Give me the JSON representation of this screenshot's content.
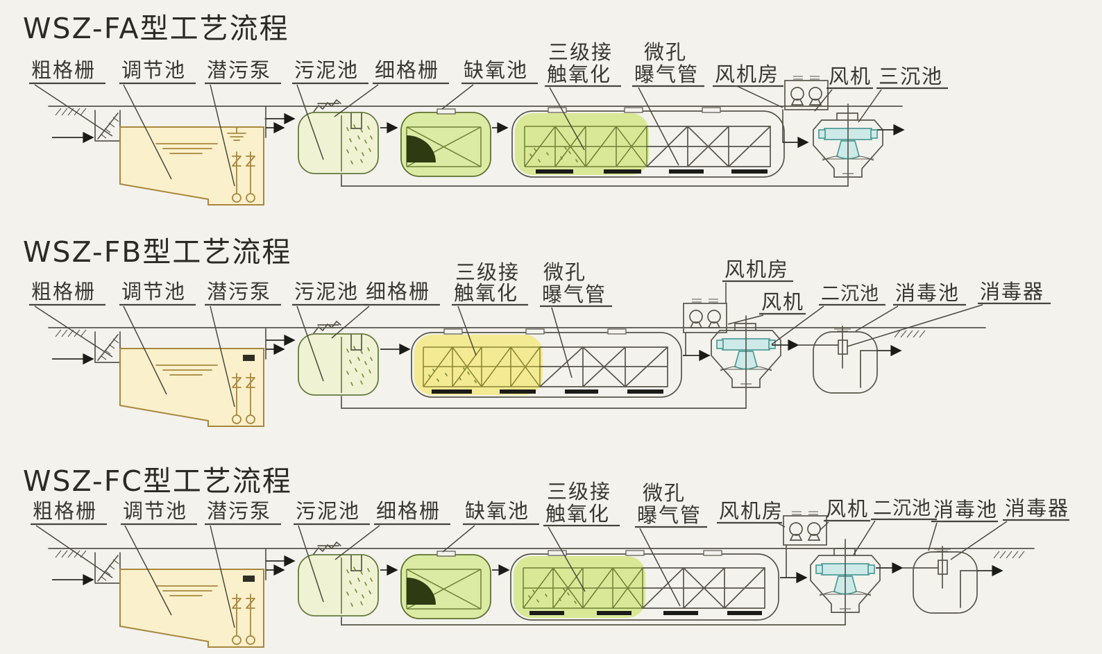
{
  "page": {
    "background": "#f3f2ed"
  },
  "sections": [
    {
      "id": "fa",
      "title": "WSZ-FA型工艺流程",
      "label_sequence": [
        "coarse_screen",
        "regulating_tank",
        "submersible_sewage_pump",
        "sludge_tank",
        "fine_screen",
        "anoxic_tank",
        "tertiary_contact_oxidation",
        "micropore_aeration_pipe",
        "fan_room",
        "fan",
        "tertiary_sedimentation_tank"
      ]
    },
    {
      "id": "fb",
      "title": "WSZ-FB型工艺流程",
      "label_sequence": [
        "coarse_screen",
        "regulating_tank",
        "submersible_sewage_pump",
        "sludge_tank",
        "fine_screen",
        "tertiary_contact_oxidation",
        "micropore_aeration_pipe",
        "fan_room",
        "fan",
        "secondary_sedimentation_tank",
        "disinfection_tank",
        "disinfector"
      ]
    },
    {
      "id": "fc",
      "title": "WSZ-FC型工艺流程",
      "label_sequence": [
        "coarse_screen",
        "regulating_tank",
        "submersible_sewage_pump",
        "sludge_tank",
        "fine_screen",
        "anoxic_tank",
        "tertiary_contact_oxidation",
        "micropore_aeration_pipe",
        "fan_room",
        "fan",
        "secondary_sedimentation_tank",
        "disinfection_tank",
        "disinfector"
      ]
    }
  ],
  "labels": {
    "coarse_screen": "粗格栅",
    "regulating_tank": "调节池",
    "submersible_sewage_pump": "潜污泵",
    "sludge_tank": "污泥池",
    "fine_screen": "细格栅",
    "anoxic_tank": "缺氧池",
    "tertiary_contact_oxidation_line1": "三级接",
    "tertiary_contact_oxidation_line2": "触氧化",
    "micropore_aeration_pipe_line1": "微孔",
    "micropore_aeration_pipe_line2": "曝气管",
    "fan_room": "风机房",
    "fan": "风机",
    "tertiary_sedimentation_tank": "三沉池",
    "secondary_sedimentation_tank": "二沉池",
    "disinfection_tank": "消毒池",
    "disinfector": "消毒器"
  },
  "colors": {
    "background": "#f3f2ed",
    "line": "#57554a",
    "title_text": "#2b2a25",
    "label_text": "#383731",
    "pool_fill": "#faf0cb",
    "pool_stroke": "#a8873e",
    "sludge_fill": "#eff3d3",
    "sludge_stroke": "#66793f",
    "anoxic_fill": "#dceba4",
    "green_highlight": "#d9e897",
    "yellow_highlight": "#f3ea93",
    "dark_media": "#2e3a12",
    "cyan_fill": "#cdeae8",
    "cyan_stroke": "#4d9a96",
    "arrow_black": "#1b1b18"
  }
}
